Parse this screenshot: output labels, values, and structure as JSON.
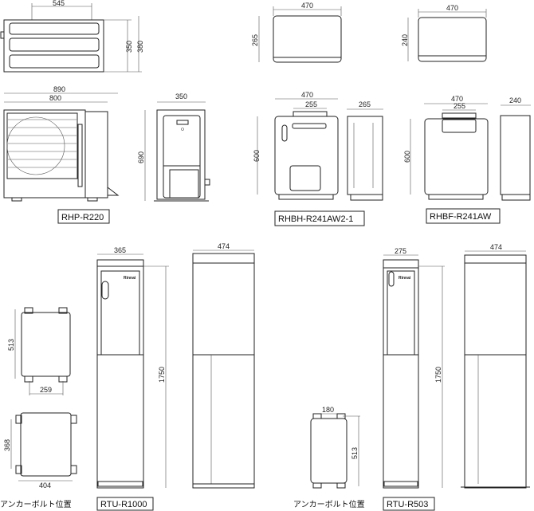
{
  "models": {
    "rhp": {
      "label": "RHP-R220",
      "top_width": "545",
      "top_depth1": "350",
      "top_depth2": "380",
      "width_overall": "890",
      "width_body": "800",
      "side_depth": "350",
      "height": "690"
    },
    "rhbh": {
      "label": "RHBH-R241AW2-1",
      "top_width": "470",
      "top_depth": "265",
      "width": "470",
      "bracket": "255",
      "height": "600",
      "side_depth": "265"
    },
    "rhbf": {
      "label": "RHBF-R241AW",
      "top_width": "470",
      "top_depth": "240",
      "width": "470",
      "bracket": "255",
      "height": "600",
      "side_depth": "240"
    },
    "rtu1000": {
      "label": "RTU-R1000",
      "width": "365",
      "height": "1750",
      "side_depth": "474",
      "brand": "Rinnai",
      "anchor_label": "アンカーボルト位置",
      "anchor_a_depth": "513",
      "anchor_a_width": "259",
      "anchor_b_depth": "368",
      "anchor_b_width": "404"
    },
    "rtu503": {
      "label": "RTU-R503",
      "width": "275",
      "height": "1750",
      "side_depth": "474",
      "brand": "Rinnai",
      "anchor_label": "アンカーボルト位置",
      "anchor_width": "180",
      "anchor_depth": "513"
    }
  }
}
